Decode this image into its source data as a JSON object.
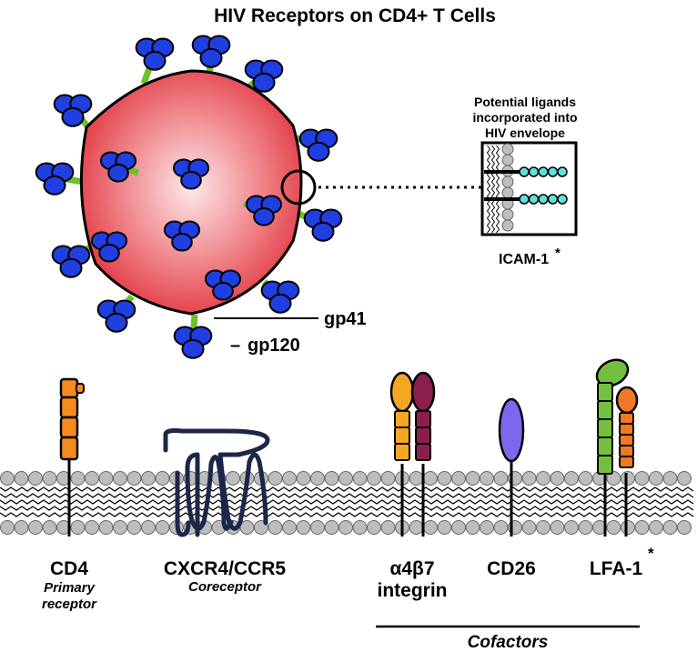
{
  "title": "HIV Receptors on CD4+ T Cells",
  "virion": {
    "label_gp41": "gp41",
    "label_gp120": "gp120",
    "dash": "–"
  },
  "inset": {
    "heading_line1": "Potential ligands",
    "heading_line2": "incorporated into",
    "heading_line3": "HIV envelope",
    "label": "ICAM-1",
    "asterisk": "*"
  },
  "receptors": {
    "cd4": {
      "name": "CD4",
      "sub_line1": "Primary",
      "sub_line2": "receptor"
    },
    "cxcr": {
      "name": "CXCR4/CCR5",
      "sub_line1": "Coreceptor"
    },
    "a4b7": {
      "name_line1": "α4β7",
      "name_line2": "integrin"
    },
    "cd26": {
      "name": "CD26"
    },
    "lfa1": {
      "name": "LFA-1",
      "asterisk": "*"
    }
  },
  "cofactors_label": "Cofactors",
  "colors": {
    "virion_fill": "#e8545c",
    "virion_center": "#fbe5e7",
    "spike_blue": "#1f3fe0",
    "stem_green": "#6dc02a",
    "membrane_bead": "#bdbdbd",
    "cd4_orange": "#f58a1f",
    "coreceptor_navy": "#1c2648",
    "integrin_amber": "#f5a623",
    "integrin_maroon": "#8c1e4b",
    "cd26_purple": "#7b68ee",
    "lfa_green": "#73c040",
    "lfa_orange": "#f07822",
    "icam_cyan": "#5ee0dc"
  }
}
